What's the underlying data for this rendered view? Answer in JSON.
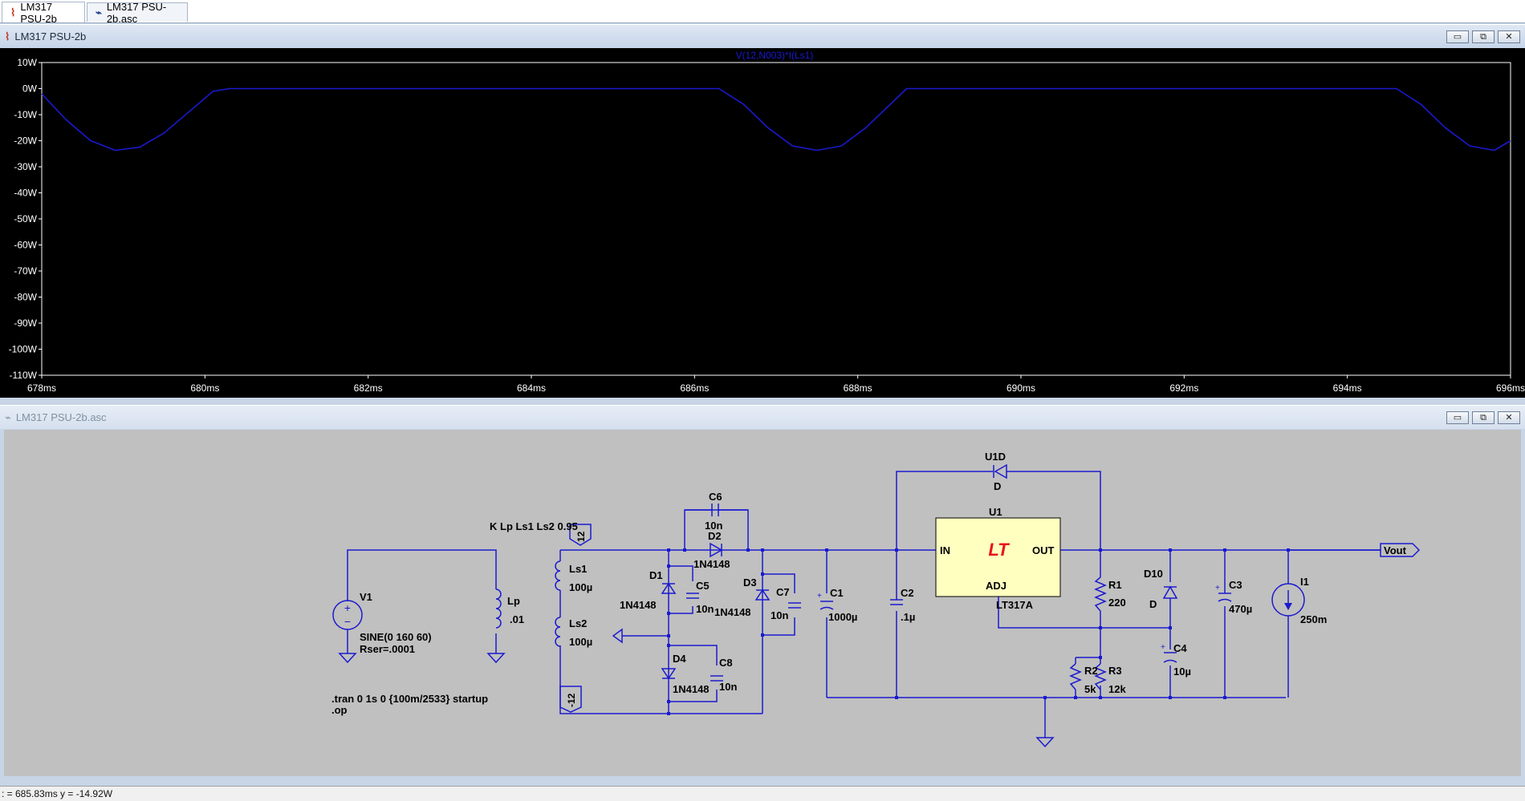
{
  "tabs": [
    {
      "label": "LM317 PSU-2b",
      "icon": "waveform-icon",
      "active": true
    },
    {
      "label": "LM317 PSU-2b.asc",
      "icon": "schematic-icon",
      "active": false
    }
  ],
  "plot_window": {
    "title": "LM317 PSU-2b",
    "buttons": {
      "minimize": "▭",
      "restore": "⧉",
      "close": "✕"
    }
  },
  "schematic_window": {
    "title": "LM317 PSU-2b.asc",
    "buttons": {
      "minimize": "▭",
      "restore": "⧉",
      "close": "✕"
    }
  },
  "chart_data": {
    "type": "line",
    "title": "V(12,N003)*I(Ls1)",
    "xlabel": "",
    "ylabel": "",
    "xlim": [
      678,
      696
    ],
    "ylim": [
      -110,
      10
    ],
    "x_ticks": [
      "678ms",
      "680ms",
      "682ms",
      "684ms",
      "686ms",
      "688ms",
      "690ms",
      "692ms",
      "694ms",
      "696ms"
    ],
    "y_ticks": [
      "10W",
      "0W",
      "-10W",
      "-20W",
      "-30W",
      "-40W",
      "-50W",
      "-60W",
      "-70W",
      "-80W",
      "-90W",
      "-100W",
      "-110W"
    ],
    "x_tick_values": [
      678,
      680,
      682,
      684,
      686,
      688,
      690,
      692,
      694,
      696
    ],
    "y_tick_values": [
      10,
      0,
      -10,
      -20,
      -30,
      -40,
      -50,
      -60,
      -70,
      -80,
      -90,
      -100,
      -110
    ],
    "grid": false,
    "line_color": "#1a1acf",
    "background": "#000000",
    "series": [
      {
        "x": [
          678.0,
          678.3,
          678.6,
          678.9,
          679.2,
          679.5,
          679.8,
          680.1,
          680.3,
          680.6,
          681,
          682,
          683,
          684,
          685,
          686,
          686.3,
          686.6,
          686.9,
          687.2,
          687.5,
          687.8,
          688.1,
          688.4,
          688.6,
          688.9,
          689.3,
          690,
          691,
          692,
          693,
          694,
          694.6,
          694.9,
          695.2,
          695.5,
          695.8,
          696.0
        ],
        "y": [
          -2,
          -12,
          -20,
          -23.7,
          -22.5,
          -17,
          -9,
          -1,
          0,
          0,
          0,
          0,
          0,
          0,
          0,
          0,
          0,
          -6,
          -15,
          -22,
          -23.7,
          -22,
          -15,
          -6,
          0,
          0,
          0,
          0,
          0,
          0,
          0,
          0,
          0,
          -6,
          -15,
          -22,
          -23.7,
          -20
        ]
      }
    ]
  },
  "schematic": {
    "directive_k": "K Lp Ls1 Ls2 0.95",
    "tran": ".tran 0 1s 0 {100m/2533} startup",
    "op": ".op",
    "labels": {
      "V1": "V1",
      "V1_val": "SINE(0 160 60)",
      "V1_rser": "Rser=.0001",
      "Lp": "Lp",
      "Lp_val": ".01",
      "Ls1": "Ls1",
      "Ls1_val": "100µ",
      "Ls2": "Ls2",
      "Ls2_val": "100µ",
      "net12": "12",
      "netm12": "-12",
      "C6": "C6",
      "C6_val": "10n",
      "D2": "D2",
      "D2_val": "1N4148",
      "D1": "D1",
      "D1_val": "1N4148",
      "C5": "C5",
      "C5_val": "10n",
      "D3": "D3",
      "D3_val": "1N4148",
      "C7": "C7",
      "C7_val": "10n",
      "D4": "D4",
      "D4_val": "1N4148",
      "C8": "C8",
      "C8_val": "10n",
      "C1": "C1",
      "C1_val": "1000µ",
      "C2": "C2",
      "C2_val": ".1µ",
      "U1D": "U1D",
      "U1D_val": "D",
      "U1": "U1",
      "U1_val": "LT317A",
      "U1_in": "IN",
      "U1_out": "OUT",
      "U1_adj": "ADJ",
      "U1_logo": "LT",
      "R1": "R1",
      "R1_val": "220",
      "D10": "D10",
      "D10_val": "D",
      "R2": "R2",
      "R2_val": "5k",
      "R3": "R3",
      "R3_val": "12k",
      "C4": "C4",
      "C4_val": "10µ",
      "C3": "C3",
      "C3_val": "470µ",
      "I1": "I1",
      "I1_val": "250m",
      "Vout": "Vout"
    },
    "colors": {
      "wire": "#1a1acf",
      "component": "#1a1acf",
      "label": "#000000",
      "u1_fill": "#ffffc0",
      "lt_logo": "#e8141a",
      "background": "#c0c0c0"
    }
  },
  "status_bar": {
    "text": ": = 685.83ms   y = -14.92W"
  }
}
